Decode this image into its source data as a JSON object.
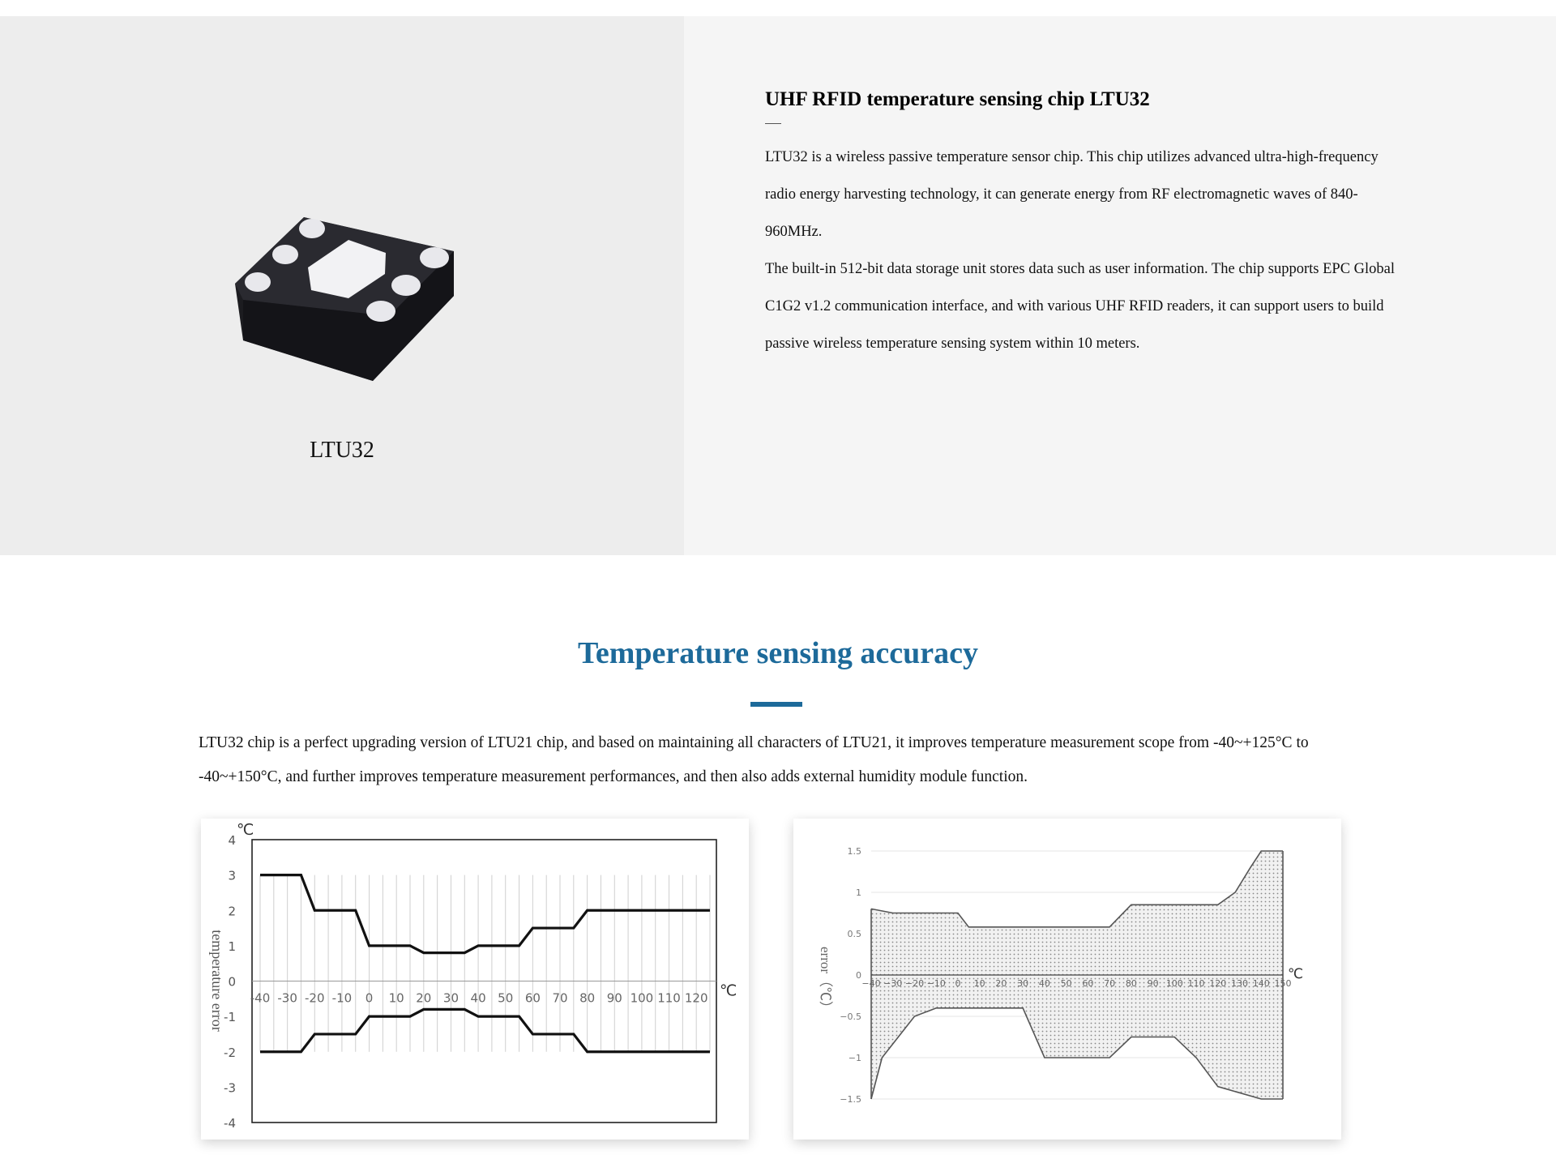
{
  "product": {
    "image_caption": "LTU32",
    "title": "UHF RFID temperature sensing chip LTU32",
    "dash": "—",
    "paragraph1": "LTU32 is a wireless passive temperature sensor chip. This chip utilizes advanced ultra-high-frequency radio energy harvesting technology, it can generate energy from RF electromagnetic waves of 840-960MHz.",
    "paragraph2": "The built-in 512-bit data storage unit stores data such as user information. The chip supports EPC Global C1G2 v1.2 communication interface, and with various UHF RFID readers, it can support users to build passive wireless temperature sensing system within 10 meters."
  },
  "accuracy": {
    "title": "Temperature sensing accuracy",
    "description": "LTU32 chip is a perfect upgrading version of LTU21 chip, and based on maintaining all characters of LTU21, it improves temperature measurement scope from -40~+125°C to -40~+150°C, and further improves temperature measurement performances, and then also adds external humidity module function."
  },
  "colors": {
    "accent": "#1d6a9a",
    "chart_line": "#111111",
    "chart_fill": "#d8d8d8"
  },
  "chart_data": [
    {
      "type": "line",
      "title": "",
      "xlabel": "℃",
      "ylabel": "temperature error",
      "y_unit": "℃",
      "ylim": [
        -4,
        4
      ],
      "yticks": [
        4,
        3,
        2,
        1,
        0,
        -1,
        -2,
        -3,
        -4
      ],
      "xticks": [
        "-40",
        "-30",
        "-20",
        "-10",
        "0",
        "10",
        "20",
        "30",
        "40",
        "50",
        "60",
        "70",
        "80",
        "90",
        "100",
        "110",
        "120"
      ],
      "xlim": [
        -40,
        125
      ],
      "grid": "vertical",
      "series": [
        {
          "x": [
            -40,
            -25,
            -20,
            -5,
            0,
            15,
            20,
            35,
            40,
            55,
            60,
            75,
            80,
            125
          ],
          "values": [
            3,
            3,
            2,
            2,
            1,
            1,
            0.8,
            0.8,
            1,
            1,
            1.5,
            1.5,
            2,
            2
          ]
        },
        {
          "x": [
            -40,
            -25,
            -20,
            -5,
            0,
            15,
            20,
            35,
            40,
            55,
            60,
            75,
            80,
            125
          ],
          "values": [
            -2,
            -2,
            -1.5,
            -1.5,
            -1,
            -1,
            -0.8,
            -0.8,
            -1,
            -1,
            -1.5,
            -1.5,
            -2,
            -2
          ]
        }
      ]
    },
    {
      "type": "area",
      "title": "",
      "xlabel": "℃",
      "ylabel": "error（℃）",
      "ylim": [
        -1.5,
        1.5
      ],
      "yticks": [
        "1.5",
        "1",
        "0.5",
        "0",
        "−0.5",
        "−1",
        "−1.5"
      ],
      "ytick_values": [
        1.5,
        1,
        0.5,
        0,
        -0.5,
        -1,
        -1.5
      ],
      "xticks": [
        "−40",
        "−30",
        "−20",
        "−10",
        "0",
        "10",
        "20",
        "30",
        "40",
        "50",
        "60",
        "70",
        "80",
        "90",
        "100",
        "110",
        "120",
        "130",
        "140",
        "150"
      ],
      "xlim": [
        -40,
        150
      ],
      "grid": "horizontal",
      "upper": {
        "x": [
          -40,
          -30,
          0,
          5,
          70,
          80,
          120,
          128,
          135,
          140,
          150
        ],
        "values": [
          0.8,
          0.75,
          0.75,
          0.58,
          0.58,
          0.85,
          0.85,
          1.0,
          1.3,
          1.5,
          1.5
        ]
      },
      "lower": {
        "x": [
          -40,
          -35,
          -20,
          -10,
          30,
          40,
          70,
          80,
          100,
          110,
          120,
          140,
          150
        ],
        "values": [
          -1.5,
          -1.0,
          -0.5,
          -0.4,
          -0.4,
          -1.0,
          -1.0,
          -0.75,
          -0.75,
          -1.0,
          -1.35,
          -1.5,
          -1.5
        ]
      }
    }
  ]
}
